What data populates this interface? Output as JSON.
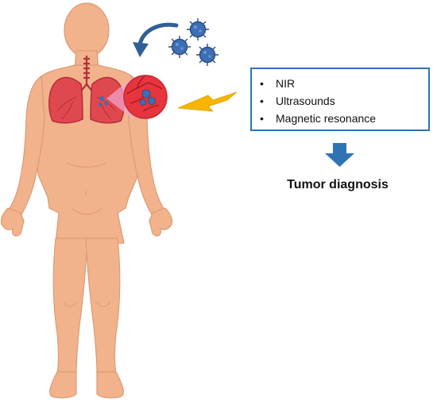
{
  "modalities": {
    "items": [
      "NIR",
      "Ultrasounds",
      "Magnetic resonance"
    ]
  },
  "result": {
    "label": "Tumor diagnosis"
  },
  "colors": {
    "skin": "#f2b38c",
    "skin_outline": "#dc9a72",
    "lung": "#e0484f",
    "lung_dark": "#b52e38",
    "zoom_circle": "#e8343c",
    "zoom_glow": "#f4a6cf",
    "nanoparticle": "#3d6fb5",
    "lightning": "#f7b500",
    "box_border": "#2e74b5",
    "arrow": "#2e74b5",
    "curved_arrow": "#2f5f96"
  },
  "icons": [
    "human-body-figure",
    "lungs-illustration",
    "magnified-tumor-circle",
    "virus-nanoparticle-icon",
    "curved-arrow-icon",
    "lightning-bolt-icon",
    "down-arrow-icon"
  ]
}
